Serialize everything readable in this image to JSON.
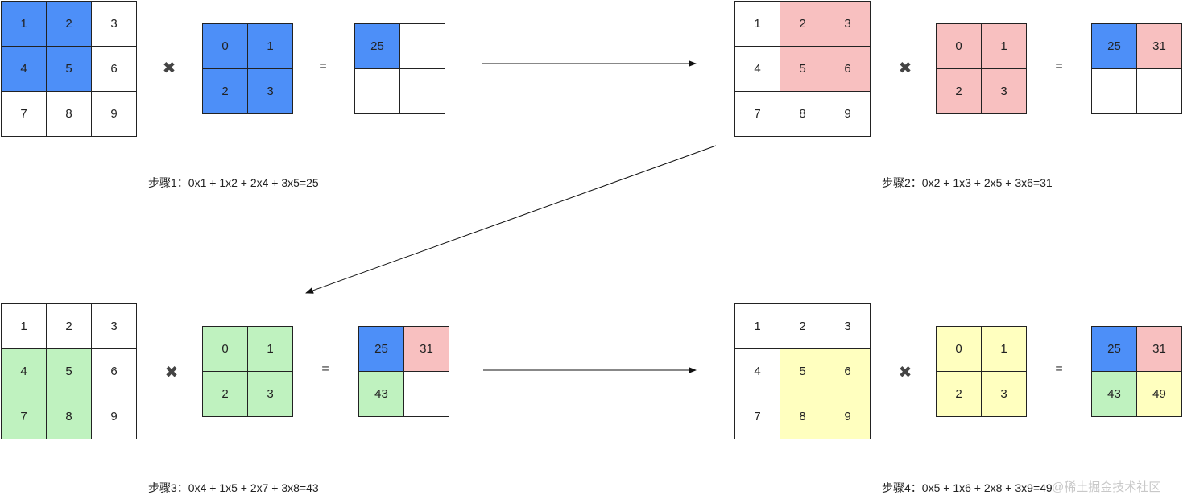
{
  "colors": {
    "blue": "#4d8ff8",
    "red": "#f8c0c0",
    "green": "#bff2bf",
    "yellow": "#ffffbf",
    "white": "#ffffff"
  },
  "operators": {
    "times": "✖",
    "equals": "="
  },
  "steps": [
    {
      "input": [
        [
          "1",
          "2",
          "3"
        ],
        [
          "4",
          "5",
          "6"
        ],
        [
          "7",
          "8",
          "9"
        ]
      ],
      "input_hl": [
        [
          1,
          1,
          0
        ],
        [
          1,
          1,
          0
        ],
        [
          0,
          0,
          0
        ]
      ],
      "kernel": [
        [
          "0",
          "1"
        ],
        [
          "2",
          "3"
        ]
      ],
      "output": [
        [
          "25",
          ""
        ],
        [
          "",
          ""
        ]
      ],
      "output_colors": [
        [
          "blue",
          "white"
        ],
        [
          "white",
          "white"
        ]
      ],
      "caption": "步骤1：0x1 + 1x2 + 2x4 + 3x5=25",
      "color": "blue"
    },
    {
      "input": [
        [
          "1",
          "2",
          "3"
        ],
        [
          "4",
          "5",
          "6"
        ],
        [
          "7",
          "8",
          "9"
        ]
      ],
      "input_hl": [
        [
          0,
          1,
          1
        ],
        [
          0,
          1,
          1
        ],
        [
          0,
          0,
          0
        ]
      ],
      "kernel": [
        [
          "0",
          "1"
        ],
        [
          "2",
          "3"
        ]
      ],
      "output": [
        [
          "25",
          "31"
        ],
        [
          "",
          ""
        ]
      ],
      "output_colors": [
        [
          "blue",
          "red"
        ],
        [
          "white",
          "white"
        ]
      ],
      "caption": "步骤2：0x2 + 1x3 + 2x5 + 3x6=31",
      "color": "red"
    },
    {
      "input": [
        [
          "1",
          "2",
          "3"
        ],
        [
          "4",
          "5",
          "6"
        ],
        [
          "7",
          "8",
          "9"
        ]
      ],
      "input_hl": [
        [
          0,
          0,
          0
        ],
        [
          1,
          1,
          0
        ],
        [
          1,
          1,
          0
        ]
      ],
      "kernel": [
        [
          "0",
          "1"
        ],
        [
          "2",
          "3"
        ]
      ],
      "output": [
        [
          "25",
          "31"
        ],
        [
          "43",
          ""
        ]
      ],
      "output_colors": [
        [
          "blue",
          "red"
        ],
        [
          "green",
          "white"
        ]
      ],
      "caption": "步骤3：0x4 + 1x5 + 2x7 + 3x8=43",
      "color": "green"
    },
    {
      "input": [
        [
          "1",
          "2",
          "3"
        ],
        [
          "4",
          "5",
          "6"
        ],
        [
          "7",
          "8",
          "9"
        ]
      ],
      "input_hl": [
        [
          0,
          0,
          0
        ],
        [
          0,
          1,
          1
        ],
        [
          0,
          1,
          1
        ]
      ],
      "kernel": [
        [
          "0",
          "1"
        ],
        [
          "2",
          "3"
        ]
      ],
      "output": [
        [
          "25",
          "31"
        ],
        [
          "43",
          "49"
        ]
      ],
      "output_colors": [
        [
          "blue",
          "red"
        ],
        [
          "green",
          "yellow"
        ]
      ],
      "caption": "步骤4：0x5 + 1x6 + 2x8 + 3x9=49",
      "color": "yellow"
    }
  ],
  "watermark": "@稀土掘金技术社区"
}
